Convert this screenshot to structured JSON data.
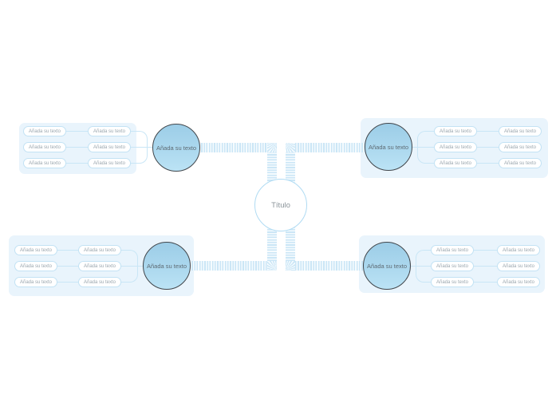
{
  "center": {
    "label": "Título"
  },
  "branches": {
    "top_left": {
      "circle_label": "Añada su texto",
      "outer": [
        "Añada su texto",
        "Añada su texto",
        "Añada su texto"
      ],
      "inner": [
        "Añada su texto",
        "Añada su texto",
        "Añada su texto"
      ]
    },
    "top_right": {
      "circle_label": "Añada su texto",
      "inner": [
        "Añada su texto",
        "Añada su texto",
        "Añada su texto"
      ],
      "outer": [
        "Añada su texto",
        "Añada su texto",
        "Añada su texto"
      ]
    },
    "bottom_left": {
      "circle_label": "Añada su texto",
      "outer": [
        "Añada su texto",
        "Añada su texto",
        "Añada su texto"
      ],
      "inner": [
        "Añada su texto",
        "Añada su texto",
        "Añada su texto"
      ]
    },
    "bottom_right": {
      "circle_label": "Añada su texto",
      "inner": [
        "Añada su texto",
        "Añada su texto",
        "Añada su texto"
      ],
      "outer": [
        "Añada su texto",
        "Añada su texto",
        "Añada su texto"
      ]
    }
  },
  "colors": {
    "stripe": "#cbe6f6",
    "panel": "#e9f4fc",
    "node_border": "#c3e2f4",
    "node_text": "#9aa6ae",
    "branch_circle_fill": "#a9d6ed",
    "branch_circle_border": "#41464b",
    "branch_circle_text": "#5d6a73",
    "center_circle_border": "#b0dbf3",
    "center_circle_text": "#8a9399",
    "link_line": "#c9e6f6"
  }
}
